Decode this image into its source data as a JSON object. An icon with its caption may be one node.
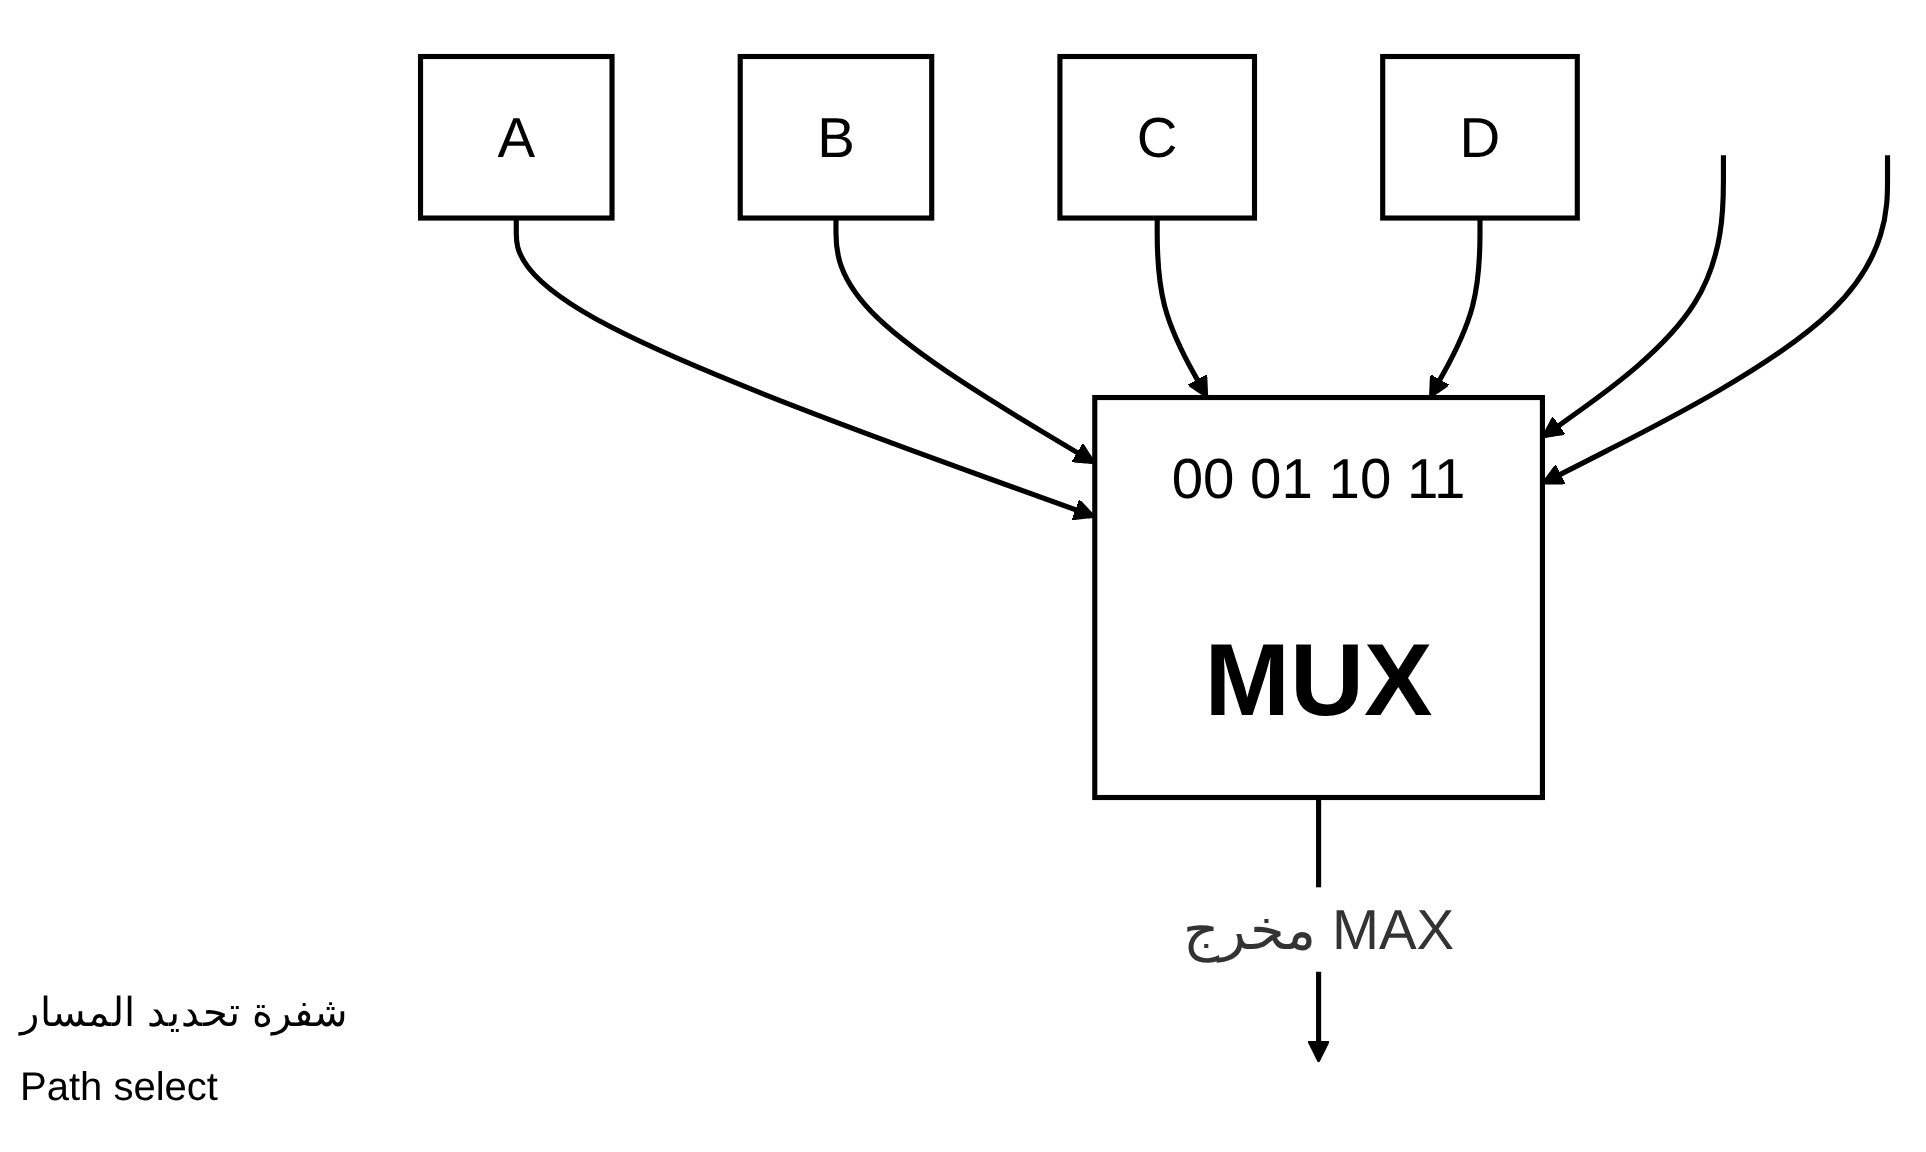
{
  "diagram": {
    "nodes": [
      {
        "text": [
          "A"
        ]
      },
      {
        "text": [
          "B"
        ]
      },
      {
        "text": [
          "C"
        ]
      },
      {
        "text": [
          "D"
        ]
      },
      {
        "text": [
          "00",
          "01",
          "10",
          "11",
          "MUX"
        ]
      }
    ],
    "edges": [
      {
        "from": 0,
        "to": 4,
        "arrow": "to"
      },
      {
        "from": 1,
        "to": 4,
        "arrow": "to"
      },
      {
        "from": 2,
        "to": 4,
        "arrow": "to"
      },
      {
        "from": 3,
        "to": 4,
        "arrow": "to"
      },
      {
        "from": null,
        "to": 4,
        "arrow": "to"
      },
      {
        "from": null,
        "to": 4,
        "arrow": "to"
      },
      {
        "from": 4,
        "to": null,
        "arrow": "to",
        "label": "مخرج MAX"
      }
    ],
    "labels": [
      "شفرة تحديد المسار",
      "Path select"
    ]
  }
}
